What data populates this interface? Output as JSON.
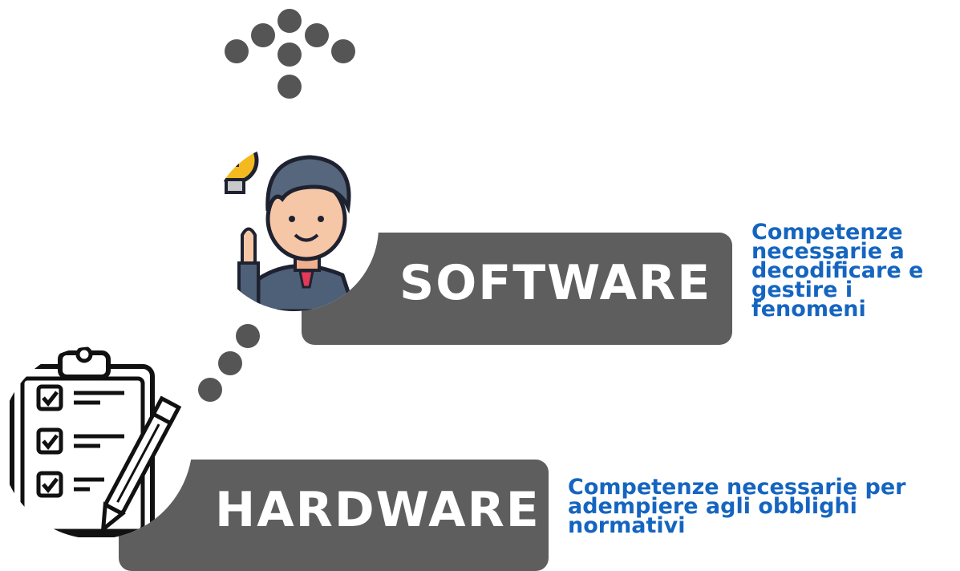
{
  "software": {
    "label": "SOFTWARE",
    "description": "Competenze necessarie a decodificare e gestire i fenomeni",
    "icon": "businessman-idea-icon"
  },
  "hardware": {
    "label": "HARDWARE",
    "description": "Competenze necessarie per adempiere agli obblighi normativi",
    "icon": "checklist-pen-icon"
  },
  "colors": {
    "bar": "#5e5e5e",
    "description_text": "#1565c0",
    "dots": "#555555",
    "hair": "#56667c",
    "skin": "#f6c7a6",
    "bulb": "#f5b920"
  }
}
